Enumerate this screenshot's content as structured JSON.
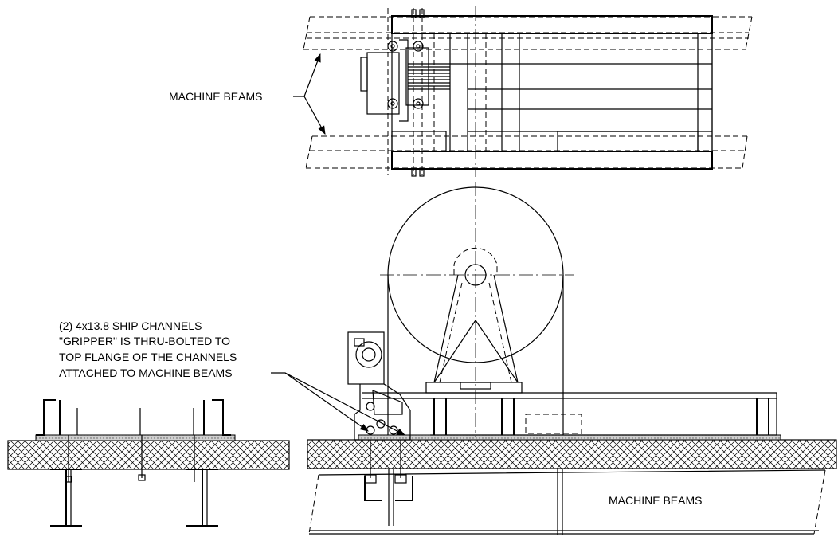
{
  "labels": {
    "machine_beams_top": "MACHINE BEAMS",
    "machine_beams_bottom": "MACHINE BEAMS",
    "note_line1": "(2) 4x13.8 SHIP CHANNELS",
    "note_line2": "\"GRIPPER\" IS THRU-BOLTED TO",
    "note_line3": "TOP FLANGE OF THE CHANNELS",
    "note_line4": "ATTACHED TO MACHINE BEAMS"
  }
}
